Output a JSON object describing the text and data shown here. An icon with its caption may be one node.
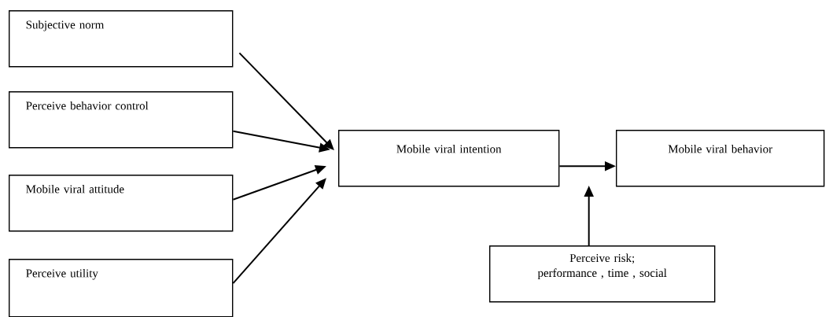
{
  "diagram": {
    "nodes": [
      {
        "text": [
          "Subjective norm"
        ]
      },
      {
        "text": [
          "Perceive behavior control"
        ]
      },
      {
        "text": [
          "Mobile viral attitude"
        ]
      },
      {
        "text": [
          "Perceive utility"
        ]
      },
      {
        "text": [
          "Mobile viral intention"
        ]
      },
      {
        "text": [
          "Mobile viral behavior"
        ]
      },
      {
        "text": [
          "Perceive risk;",
          "performance  , time , social"
        ]
      }
    ],
    "edges": [
      {
        "from": 0,
        "to": 4,
        "arrow": "to"
      },
      {
        "from": 1,
        "to": 4,
        "arrow": "to"
      },
      {
        "from": 2,
        "to": 4,
        "arrow": "to"
      },
      {
        "from": 3,
        "to": 4,
        "arrow": "to"
      },
      {
        "from": 4,
        "to": 5,
        "arrow": "to"
      },
      {
        "from": 6,
        "to": null,
        "arrow": "to"
      }
    ]
  }
}
